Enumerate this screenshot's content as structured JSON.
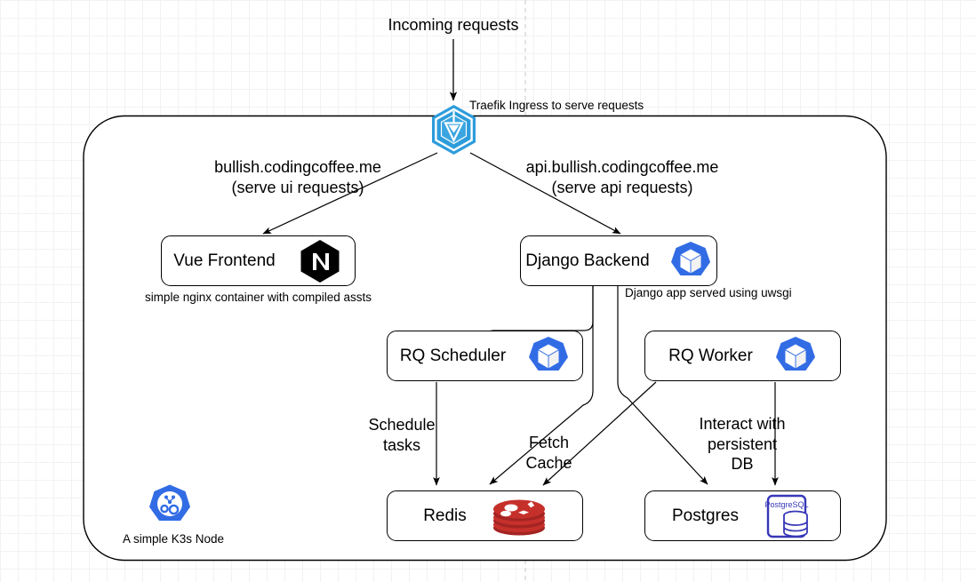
{
  "diagram": {
    "title": "Incoming requests",
    "container_label": "A simple K3s Node",
    "ingress": {
      "caption": "Traefik Ingress to serve requests",
      "icon": "traefik-icon",
      "color": "#2d9cdb"
    },
    "routes": [
      {
        "id": "ui-route",
        "host": "bullish.codingcoffee.me",
        "purpose": "(serve ui requests)"
      },
      {
        "id": "api-route",
        "host": "api.bullish.codingcoffee.me",
        "purpose": "(serve api requests)"
      }
    ],
    "nodes": [
      {
        "id": "vue-frontend",
        "label": "Vue Frontend",
        "icon": "nginx-icon",
        "icon_color": "#000000",
        "caption": "simple nginx container with compiled assts"
      },
      {
        "id": "django-backend",
        "label": "Django Backend",
        "icon": "kubernetes-pod-icon",
        "icon_color": "#326ce5",
        "caption": "Django app served using uwsgi"
      },
      {
        "id": "rq-scheduler",
        "label": "RQ Scheduler",
        "icon": "kubernetes-pod-icon",
        "icon_color": "#326ce5",
        "caption": ""
      },
      {
        "id": "rq-worker",
        "label": "RQ Worker",
        "icon": "kubernetes-pod-icon",
        "icon_color": "#326ce5",
        "caption": ""
      },
      {
        "id": "redis",
        "label": "Redis",
        "icon": "redis-icon",
        "icon_color": "#c6302b",
        "caption": ""
      },
      {
        "id": "postgres",
        "label": "Postgres",
        "icon": "postgresql-icon",
        "icon_color": "#3737b8",
        "icon_text": "PostgreSQL",
        "caption": ""
      }
    ],
    "edge_labels": [
      {
        "id": "schedule-tasks",
        "text": "Schedule\ntasks"
      },
      {
        "id": "fetch-cache",
        "text": "Fetch\nCache"
      },
      {
        "id": "interact-db",
        "text": "Interact with\npersistent\nDB"
      }
    ],
    "node_icon": "k3s-node-icon",
    "node_icon_color": "#326ce5"
  }
}
